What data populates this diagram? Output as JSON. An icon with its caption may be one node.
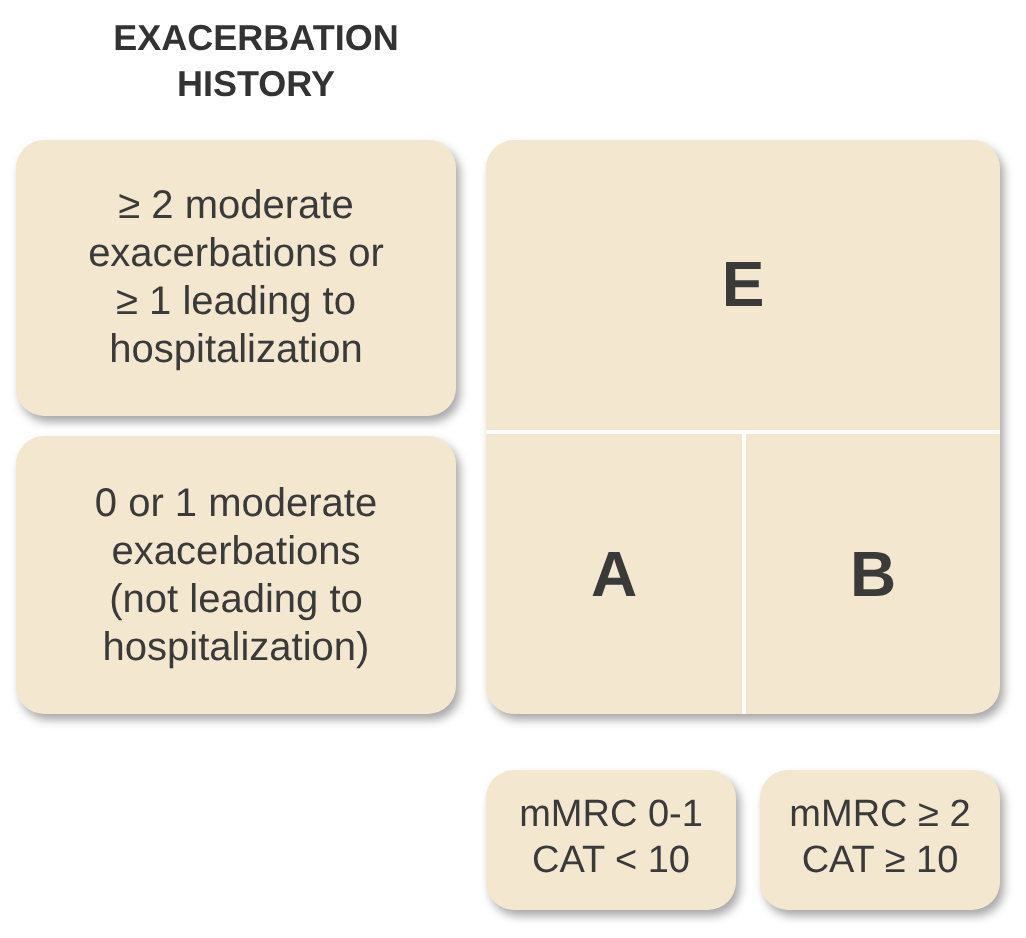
{
  "diagram": {
    "title": "EXACERBATION HISTORY",
    "nodes": [
      {
        "text": [
          "≥ 2 moderate exacerbations or ≥ 1 leading to hospitalization"
        ]
      },
      {
        "text": [
          "0 or 1 moderate exacerbations (not leading to hospitalization)"
        ]
      },
      {
        "text": [],
        "shape": "box"
      },
      {
        "text": [
          "E"
        ],
        "in": 2
      },
      {
        "text": [
          "A"
        ],
        "in": 2
      },
      {
        "text": [
          "B"
        ],
        "in": 2
      },
      {
        "text": [
          "mMRC 0-1 CAT < 10"
        ]
      },
      {
        "text": [
          "mMRC ≥ 2 CAT ≥ 10"
        ]
      }
    ]
  }
}
